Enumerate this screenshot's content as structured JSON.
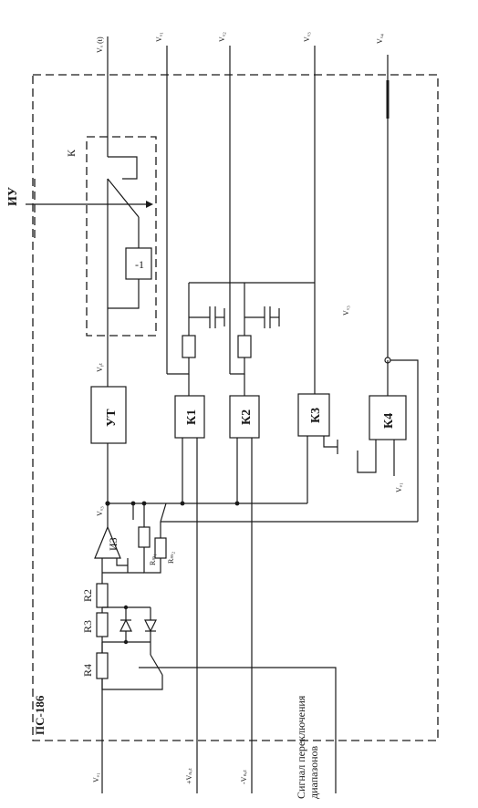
{
  "block_name": "ПС-186",
  "iu_label": "ИУ",
  "switch_k_label": "К",
  "inverter_label": "-1",
  "ut_label": "УТ",
  "iz_label": "ИЗ",
  "comparators": [
    "К1",
    "К2",
    "К3",
    "К4"
  ],
  "resistors": {
    "r2": "R2",
    "r3": "R3",
    "r4": "R4",
    "rm1": "Rₘ₁",
    "rm2": "Rₘ₂"
  },
  "signals": {
    "vf1": "Vₒ₁",
    "vs1": "Vₓ₁",
    "vs2": "Vₓ₂",
    "vs3": "Vₓ₃",
    "vs4": "Vₓ₄",
    "vc1": "Vₓ (t)",
    "vyt": "Vᵧₜ",
    "vc3": "Vₓ₃",
    "vb3": "Vₓ₃",
    "vo1": "Vₒ₁",
    "plus_vpit": "+Vₙₒₜ",
    "minus_vpit": "-Vₙₒₜ"
  },
  "range_switch_signal": [
    "Сигнал переключения",
    "диапазонов"
  ]
}
